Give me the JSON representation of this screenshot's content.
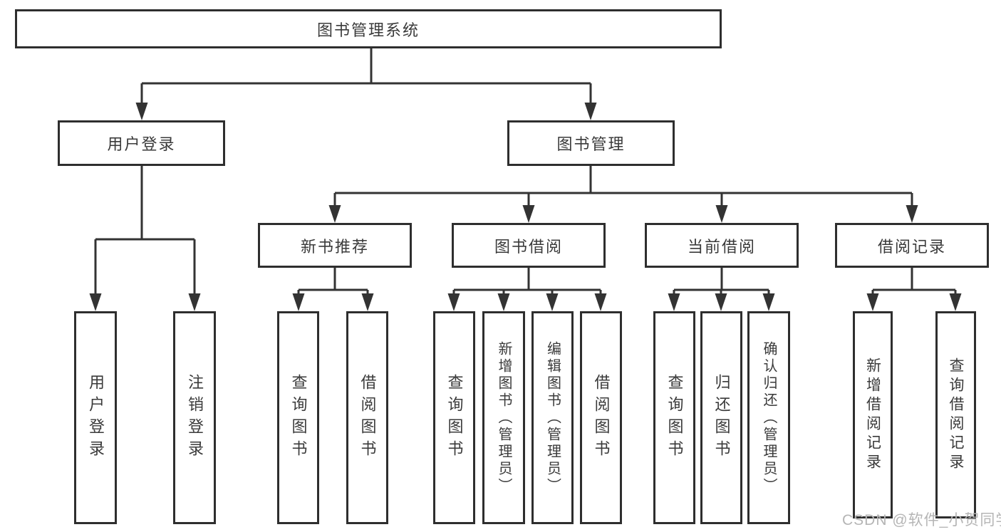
{
  "watermark": {
    "text": "CSDN @软件_小贺同学"
  },
  "colors": {
    "line": "#333333",
    "border": "#2e2e2e",
    "text": "#3a3a3a",
    "watermark": "#b5b5b5",
    "background": "#ffffff"
  },
  "tree": {
    "root": "图书管理系统",
    "children": [
      {
        "label": "用户登录",
        "children": [
          "用户登录",
          "注销登录"
        ]
      },
      {
        "label": "图书管理",
        "children": [
          {
            "label": "新书推荐",
            "children": [
              "查询图书",
              "借阅图书"
            ]
          },
          {
            "label": "图书借阅",
            "children": [
              "查询图书",
              "新增图书（管理员）",
              "编辑图书（管理员）",
              "借阅图书"
            ]
          },
          {
            "label": "当前借阅",
            "children": [
              "查询图书",
              "归还图书",
              "确认归还（管理员）"
            ]
          },
          {
            "label": "借阅记录",
            "children": [
              "新增借阅记录",
              "查询借阅记录"
            ]
          }
        ]
      }
    ]
  }
}
